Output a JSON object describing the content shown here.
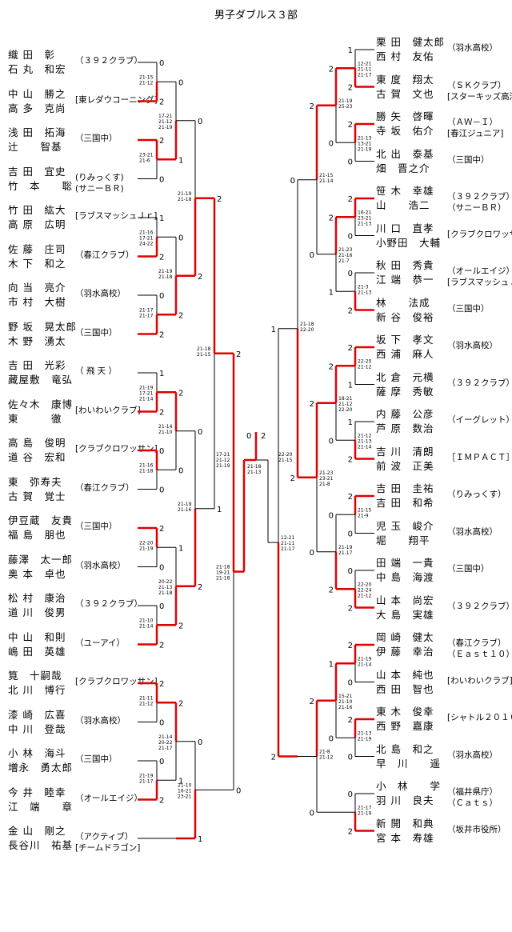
{
  "title": "男子ダブルス３部",
  "left_teams": [
    {
      "players": [
        "織 田　彰",
        "石 丸　和宏"
      ],
      "club": "（３９２クラブ）"
    },
    {
      "players": [
        "中 山　勝之",
        "高 多　克尚"
      ],
      "club": "[東レダウコーニング]"
    },
    {
      "players": [
        "浅 田　拓海",
        "辻　　智基"
      ],
      "club": "（三国中）"
    },
    {
      "players": [
        "吉 田　宜史",
        "竹　本　　聡"
      ],
      "club": "(りみっくす)\n(サニーＢＲ)"
    },
    {
      "players": [
        "竹 田　紘大",
        "高 原　広明"
      ],
      "club": "[ラブスマッシュＪｒ]"
    },
    {
      "players": [
        "佐 藤　庄司",
        "木 下　和之"
      ],
      "club": "（春江クラブ）"
    },
    {
      "players": [
        "向 当　亮介",
        "市 村　大樹"
      ],
      "club": "（羽水高校）"
    },
    {
      "players": [
        "野 坂　晃太郎",
        "木 野　湧太"
      ],
      "club": "（三国中）"
    },
    {
      "players": [
        "吉 田　光彩",
        "藏屋敷　竜弘"
      ],
      "club": "（ 飛 天 ）"
    },
    {
      "players": [
        "佐々木　康博",
        "東　　　徹"
      ],
      "club": "[わいわいクラブ]"
    },
    {
      "players": [
        "高 島　俊明",
        "道 谷　宏和"
      ],
      "club": "[クラブクロワッサン]"
    },
    {
      "players": [
        "東　弥寿夫",
        "古 賀　覚士"
      ],
      "club": "（春江クラブ）"
    },
    {
      "players": [
        "伊豆蔵　友貴",
        "福 島　朋也"
      ],
      "club": "（三国中）"
    },
    {
      "players": [
        "藤澤　太一郎",
        "奥 本　卓也"
      ],
      "club": "（羽水高校）"
    },
    {
      "players": [
        "松 村　康治",
        "道 川　俊男"
      ],
      "club": "（３９２クラブ）"
    },
    {
      "players": [
        "中 山　和則",
        "嶋 田　英雄"
      ],
      "club": "（ユーアイ）"
    },
    {
      "players": [
        "筧　十嗣哉",
        "北 川　博行"
      ],
      "club": "[クラブクロワッサン]"
    },
    {
      "players": [
        "漆 崎　広喜",
        "中 川　登哉"
      ],
      "club": "（羽水高校）"
    },
    {
      "players": [
        "小 林　海斗",
        "増永　勇太郎"
      ],
      "club": "（三国中）"
    },
    {
      "players": [
        "今 井　睦幸",
        "江　端　　章"
      ],
      "club": "（オールエイジ）"
    },
    {
      "players": [
        "金 山　剛之",
        "長谷川　祐基"
      ],
      "club": "（アクティブ）\n[チームドラゴン]"
    }
  ],
  "right_teams": [
    {
      "players": [
        "栗 田　健太郎",
        "西 村　友佑"
      ],
      "club": "（羽水高校）"
    },
    {
      "players": [
        "東 度　翔太",
        "古 賀　文也"
      ],
      "club": "（ＳＫクラブ）\n[スターキッズ高浜]"
    },
    {
      "players": [
        "勝 矢　啓暉",
        "寺 坂　佑介"
      ],
      "club": "（ＡＷ－Ｉ）\n[春江ジュニア]"
    },
    {
      "players": [
        "北 出　泰基",
        "畑　晋之介"
      ],
      "club": "（三国中）"
    },
    {
      "players": [
        "笹 木　幸雄",
        "山　　浩二"
      ],
      "club": "（３９２クラブ）\n（サニーＢＲ）"
    },
    {
      "players": [
        "川 口　直孝",
        "小野田　大輔"
      ],
      "club": "[クラブクロワッサン]"
    },
    {
      "players": [
        "秋 田　秀貴",
        "江 端　恭一"
      ],
      "club": "（オールエイジ）\n[ラブスマッシュＪｒ]"
    },
    {
      "players": [
        "林　　法成",
        "新 谷　俊裕"
      ],
      "club": "（三国中）"
    },
    {
      "players": [
        "坂 下　孝文",
        "西 浦　麻人"
      ],
      "club": "（羽水高校）"
    },
    {
      "players": [
        "北 倉　元横",
        "薩 摩　秀敏"
      ],
      "club": "（３９２クラブ）"
    },
    {
      "players": [
        "内 藤　公彦",
        "芦 原　数治"
      ],
      "club": "（イーグレット）"
    },
    {
      "players": [
        "吉 川　清朗",
        "前 波　正美"
      ],
      "club": "［ＩＭＰＡＣＴ］"
    },
    {
      "players": [
        "吉 田　圭祐",
        "吉 田　和希"
      ],
      "club": "（りみっくす）"
    },
    {
      "players": [
        "児 玉　峻介",
        "堀　　翔平"
      ],
      "club": "（羽水高校）"
    },
    {
      "players": [
        "田 端　一貴",
        "中 島　海渡"
      ],
      "club": "（三国中）"
    },
    {
      "players": [
        "山 本　尚宏",
        "大 島　実雄"
      ],
      "club": "（３９２クラブ）"
    },
    {
      "players": [
        "岡 崎　健太",
        "伊 藤　幸治"
      ],
      "club": "（春江クラブ）\n（Ｅａｓｔ１０）"
    },
    {
      "players": [
        "山 本　純也",
        "西 田　智也"
      ],
      "club": "[わいわいクラブ]"
    },
    {
      "players": [
        "東 木　俊幸",
        "西 野　嘉康"
      ],
      "club": "[シャトル２０１０]"
    },
    {
      "players": [
        "北 島　和之",
        "早　川　　遥"
      ],
      "club": "（羽水高校）"
    },
    {
      "players": [
        "小　林　　学",
        "羽 川　良夫"
      ],
      "club": "（福井県庁）\n（Ｃａｔｓ）"
    },
    {
      "players": [
        "新 開　和典",
        "宮 本　寿雄"
      ],
      "club": "（坂井市役所）"
    }
  ],
  "left_matches": [
    {
      "scores": [
        "0",
        "2"
      ],
      "sets": "21-15\n21-12"
    },
    {
      "scores": [
        "2",
        "0"
      ],
      "sets": "23-21\n21-6"
    },
    {
      "scores": [
        "1",
        "2"
      ],
      "sets": "21-16\n17-21\n24-22"
    },
    {
      "scores": [
        "0",
        "2"
      ],
      "sets": "21-17\n21-17"
    },
    {
      "scores": [
        "1",
        "2"
      ],
      "sets": "21-19\n17-21\n21-14"
    },
    {
      "scores": [
        "0",
        "0"
      ],
      "sets": "21-16\n21-18"
    },
    {
      "scores": [
        "2",
        "0"
      ],
      "sets": "22-20\n21-19"
    },
    {
      "scores": [
        "0",
        "2"
      ],
      "sets": "21-10\n21-14"
    },
    {
      "scores": [
        "2",
        "0"
      ],
      "sets": "21-11\n21-12"
    },
    {
      "scores": [
        "0",
        "2"
      ],
      "sets": "21-19\n21-17"
    },
    {
      "scores": [
        "0",
        "1"
      ],
      "sets": "17-21\n21-12\n21-19"
    },
    {
      "scores": [
        "0",
        "2"
      ],
      "sets": "21-19\n21-18"
    },
    {
      "scores": [
        "2",
        "0"
      ],
      "sets": "21-14\n21-10"
    },
    {
      "scores": [
        "1",
        "2"
      ],
      "sets": "20-22\n21-13\n21-18"
    },
    {
      "scores": [
        "2",
        "1"
      ],
      "sets": "21-14\n20-22\n21-17"
    },
    {
      "scores": [
        "0",
        "2"
      ],
      "sets": "21-19\n21-18"
    },
    {
      "scores": [
        "0",
        "2"
      ],
      "sets": "21-19\n21-16"
    },
    {
      "scores": [
        "0",
        "1"
      ],
      "sets": "21-10\n16-21\n23-21"
    },
    {
      "scores": [
        "2",
        "1"
      ],
      "sets": "21-18\n21-15"
    },
    {
      "scores": [
        "2",
        "0"
      ],
      "sets": "21-18\n19-21\n21-18"
    }
  ],
  "right_matches": [
    {
      "scores": [
        "1",
        "2"
      ],
      "sets": "12-21\n21-11\n21-17"
    },
    {
      "scores": [
        "2",
        "0"
      ],
      "sets": "21-13\n13-21\n21-19"
    },
    {
      "scores": [
        "2",
        "0"
      ],
      "sets": "16-21\n23-21\n21-13"
    },
    {
      "scores": [
        "0",
        "2"
      ],
      "sets": "21-3\n21-13"
    },
    {
      "scores": [
        "2",
        "1"
      ],
      "sets": "22-20\n21-12"
    },
    {
      "scores": [
        "1",
        "2"
      ],
      "sets": "21-12\n21-13\n21-14"
    },
    {
      "scores": [
        "2",
        "0"
      ],
      "sets": "21-15\n21-9"
    },
    {
      "scores": [
        "0",
        "2"
      ],
      "sets": "22-20\n22-24\n21-12"
    },
    {
      "scores": [
        "2",
        "0"
      ],
      "sets": "21-19\n21-14"
    },
    {
      "scores": [
        "2",
        "0"
      ],
      "sets": "21-13\n21-19"
    },
    {
      "scores": [
        "0",
        "2"
      ],
      "sets": "21-17\n21-19"
    },
    {
      "scores": [
        "2",
        "0"
      ],
      "sets": "21-19\n25-23"
    },
    {
      "scores": [
        "2",
        "1"
      ],
      "sets": "21-23\n21-16\n21-7"
    },
    {
      "scores": [
        "2",
        "0"
      ],
      "sets": "18-21\n21-12\n22-20"
    },
    {
      "scores": [
        "0",
        "2"
      ],
      "sets": "21-19\n21-17"
    },
    {
      "scores": [
        "1",
        "0"
      ],
      "sets": "15-21\n21-10\n21-16"
    },
    {
      "scores": [
        "2",
        "0"
      ],
      "sets": "21-15\n21-14"
    },
    {
      "scores": [
        "2",
        "0"
      ],
      "sets": "21-23\n23-21\n21-8"
    },
    {
      "scores": [
        "2",
        "0"
      ],
      "sets": "21-8\n21-12"
    },
    {
      "scores": [
        "0",
        "2"
      ],
      "sets": "21-18\n22-20"
    }
  ],
  "final": {
    "scores": [
      "0",
      "2"
    ],
    "sets_left": "17-21\n21-12\n21-19",
    "sets_mid": "21-18\n21-13",
    "sets_right": "22-20\n21-15"
  },
  "colors": {
    "winner_line": "#e00000",
    "line": "#000000"
  }
}
